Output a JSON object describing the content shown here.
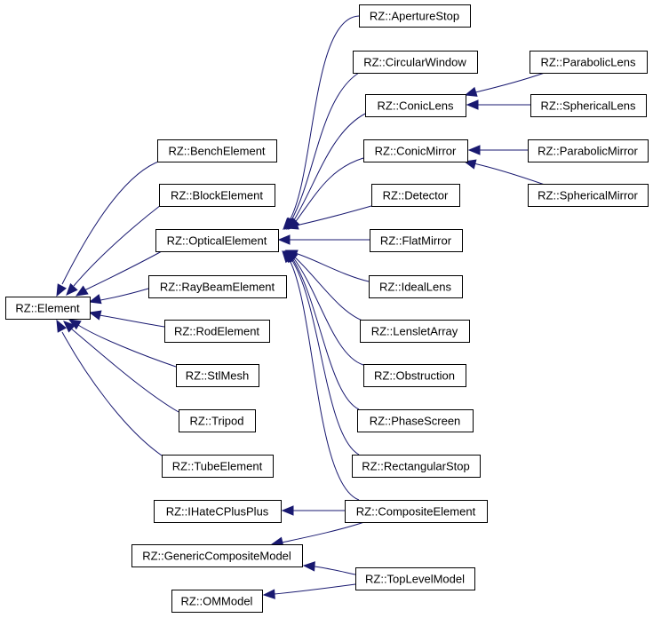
{
  "colors": {
    "edge": "#191970",
    "node_border": "#000000",
    "node_fill": "#ffffff"
  },
  "nodes": {
    "element": "RZ::Element",
    "bench_element": "RZ::BenchElement",
    "block_element": "RZ::BlockElement",
    "optical_element": "RZ::OpticalElement",
    "ray_beam_element": "RZ::RayBeamElement",
    "rod_element": "RZ::RodElement",
    "stl_mesh": "RZ::StlMesh",
    "tripod": "RZ::Tripod",
    "tube_element": "RZ::TubeElement",
    "aperture_stop": "RZ::ApertureStop",
    "circular_window": "RZ::CircularWindow",
    "conic_lens": "RZ::ConicLens",
    "conic_mirror": "RZ::ConicMirror",
    "detector": "RZ::Detector",
    "flat_mirror": "RZ::FlatMirror",
    "ideal_lens": "RZ::IdealLens",
    "lenslet_array": "RZ::LensletArray",
    "obstruction": "RZ::Obstruction",
    "phase_screen": "RZ::PhaseScreen",
    "rectangular_stop": "RZ::RectangularStop",
    "composite_element": "RZ::CompositeElement",
    "parabolic_lens": "RZ::ParabolicLens",
    "spherical_lens": "RZ::SphericalLens",
    "parabolic_mirror": "RZ::ParabolicMirror",
    "spherical_mirror": "RZ::SphericalMirror",
    "i_hate_c_plus_plus": "RZ::IHateCPlusPlus",
    "generic_composite_model": "RZ::GenericCompositeModel",
    "top_level_model": "RZ::TopLevelModel",
    "om_model": "RZ::OMModel"
  },
  "edges": [
    {
      "from": "bench_element",
      "to": "element"
    },
    {
      "from": "block_element",
      "to": "element"
    },
    {
      "from": "optical_element",
      "to": "element"
    },
    {
      "from": "ray_beam_element",
      "to": "element"
    },
    {
      "from": "rod_element",
      "to": "element"
    },
    {
      "from": "stl_mesh",
      "to": "element"
    },
    {
      "from": "tripod",
      "to": "element"
    },
    {
      "from": "tube_element",
      "to": "element"
    },
    {
      "from": "aperture_stop",
      "to": "optical_element"
    },
    {
      "from": "circular_window",
      "to": "optical_element"
    },
    {
      "from": "conic_lens",
      "to": "optical_element"
    },
    {
      "from": "conic_mirror",
      "to": "optical_element"
    },
    {
      "from": "detector",
      "to": "optical_element"
    },
    {
      "from": "flat_mirror",
      "to": "optical_element"
    },
    {
      "from": "ideal_lens",
      "to": "optical_element"
    },
    {
      "from": "lenslet_array",
      "to": "optical_element"
    },
    {
      "from": "obstruction",
      "to": "optical_element"
    },
    {
      "from": "phase_screen",
      "to": "optical_element"
    },
    {
      "from": "rectangular_stop",
      "to": "optical_element"
    },
    {
      "from": "composite_element",
      "to": "optical_element"
    },
    {
      "from": "parabolic_lens",
      "to": "conic_lens"
    },
    {
      "from": "spherical_lens",
      "to": "conic_lens"
    },
    {
      "from": "parabolic_mirror",
      "to": "conic_mirror"
    },
    {
      "from": "spherical_mirror",
      "to": "conic_mirror"
    },
    {
      "from": "composite_element",
      "to": "i_hate_c_plus_plus"
    },
    {
      "from": "composite_element",
      "to": "generic_composite_model"
    },
    {
      "from": "top_level_model",
      "to": "generic_composite_model"
    },
    {
      "from": "top_level_model",
      "to": "om_model"
    }
  ]
}
